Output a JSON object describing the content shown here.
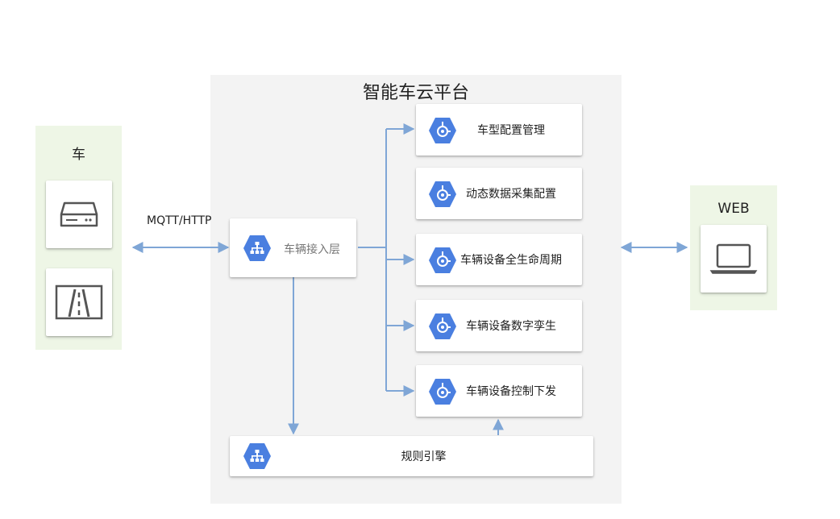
{
  "platform": {
    "title": "智能车云平台"
  },
  "car_group": {
    "title": "车"
  },
  "web_group": {
    "title": "WEB"
  },
  "protocol_label": "MQTT/HTTP",
  "access_layer": {
    "label": "车辆接入层",
    "icon": "load-balancer-icon"
  },
  "services": [
    {
      "label": "车型配置管理",
      "icon": "service-gear-icon"
    },
    {
      "label": "动态数据采集配置",
      "icon": "service-gear-icon"
    },
    {
      "label": "车辆设备全生命周期",
      "icon": "service-gear-icon"
    },
    {
      "label": "车辆设备数字孪生",
      "icon": "service-gear-icon"
    },
    {
      "label": "车辆设备控制下发",
      "icon": "service-gear-icon"
    }
  ],
  "rules_engine": {
    "label": "规则引擎",
    "icon": "load-balancer-icon"
  },
  "colors": {
    "arrow": "#7fa6d6",
    "hex": "#4a7fe0",
    "green_panel": "#eef6e6",
    "platform_bg": "#f3f3f3"
  }
}
